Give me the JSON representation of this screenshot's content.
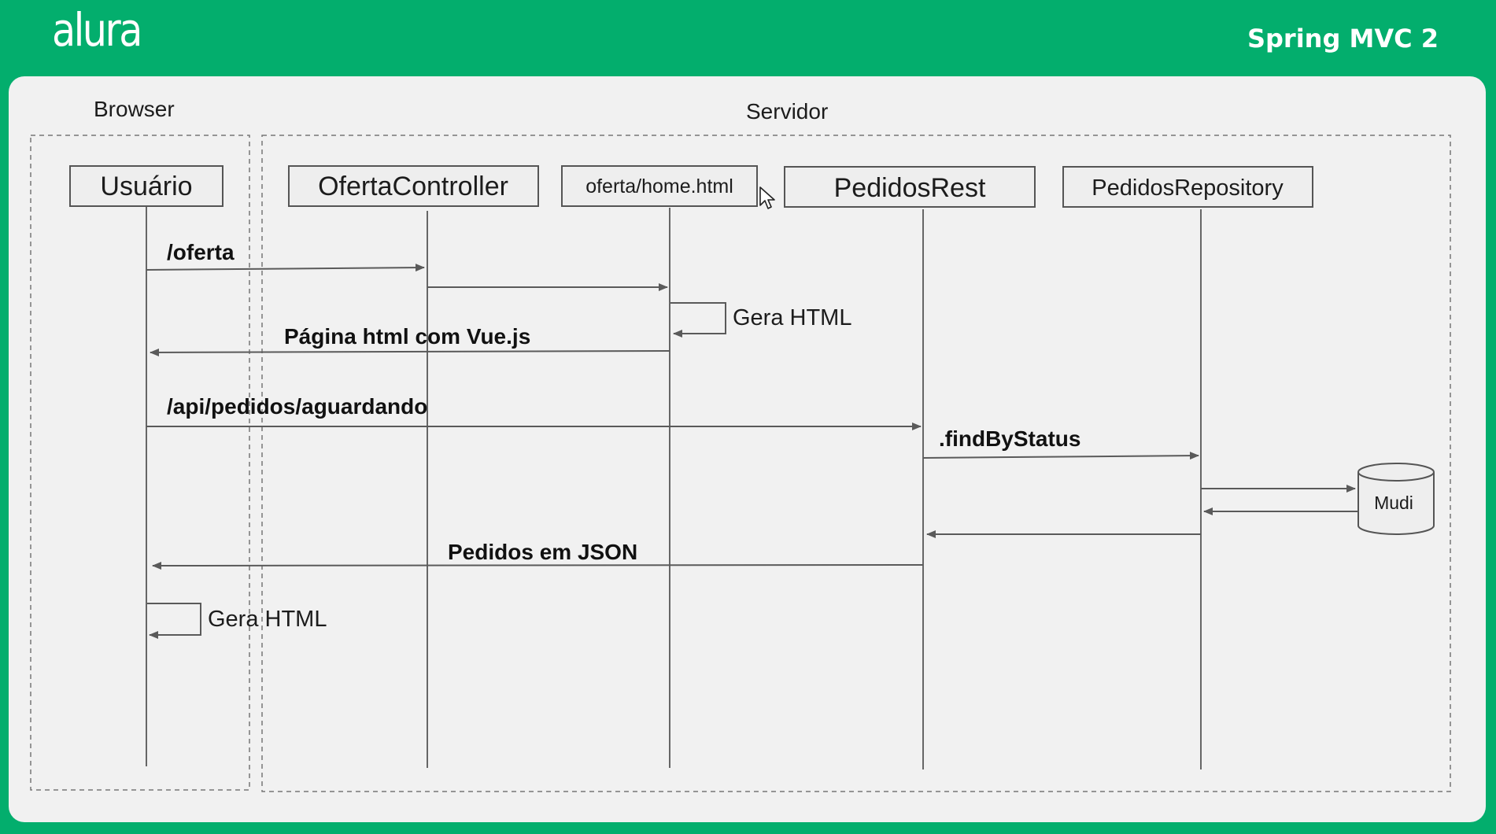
{
  "header": {
    "logo_text": "alura",
    "course_title": "Spring MVC 2"
  },
  "groups": {
    "browser": "Browser",
    "servidor": "Servidor"
  },
  "participants": [
    {
      "id": "usuario",
      "label": "Usuário"
    },
    {
      "id": "controller",
      "label": "OfertaController"
    },
    {
      "id": "view",
      "label": "oferta/home.html"
    },
    {
      "id": "rest",
      "label": "PedidosRest"
    },
    {
      "id": "repo",
      "label": "PedidosRepository"
    }
  ],
  "database": {
    "label": "Mudi"
  },
  "messages": [
    {
      "id": "oferta",
      "from": "usuario",
      "to": "controller",
      "label": "/oferta"
    },
    {
      "id": "render",
      "from": "controller",
      "to": "view",
      "label": ""
    },
    {
      "id": "gera-html-server",
      "from": "view",
      "to": "view",
      "label": "Gera HTML"
    },
    {
      "id": "pagina",
      "from": "view",
      "to": "usuario",
      "label": "Página html com Vue.js"
    },
    {
      "id": "api",
      "from": "usuario",
      "to": "rest",
      "label": "/api/pedidos/aguardando"
    },
    {
      "id": "find",
      "from": "rest",
      "to": "repo",
      "label": ".findByStatus"
    },
    {
      "id": "query",
      "from": "repo",
      "to": "database",
      "label": ""
    },
    {
      "id": "result",
      "from": "database",
      "to": "repo",
      "label": ""
    },
    {
      "id": "return-rest",
      "from": "repo",
      "to": "rest",
      "label": ""
    },
    {
      "id": "json",
      "from": "rest",
      "to": "usuario",
      "label": "Pedidos em JSON"
    },
    {
      "id": "gera-html-client",
      "from": "usuario",
      "to": "usuario",
      "label": "Gera HTML"
    }
  ],
  "colors": {
    "brand_green": "#03ae6d",
    "panel": "#f1f1f1",
    "line": "#5a5a5a",
    "box_fill": "#eeeeee"
  }
}
